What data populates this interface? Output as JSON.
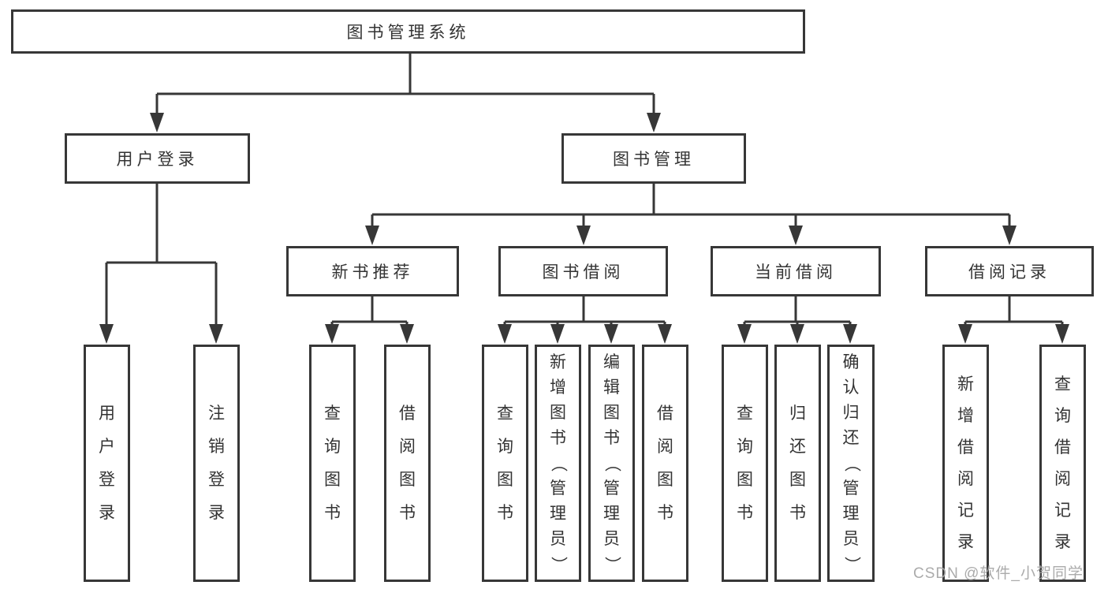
{
  "tree": {
    "label": "图书管理系统",
    "children": [
      {
        "label": "用户登录",
        "children": [
          {
            "label": "用户登录"
          },
          {
            "label": "注销登录"
          }
        ]
      },
      {
        "label": "图书管理",
        "children": [
          {
            "label": "新书推荐",
            "children": [
              {
                "label": "查询图书"
              },
              {
                "label": "借阅图书"
              }
            ]
          },
          {
            "label": "图书借阅",
            "children": [
              {
                "label": "查询图书"
              },
              {
                "label": "新增图书（管理员）"
              },
              {
                "label": "编辑图书（管理员）"
              },
              {
                "label": "借阅图书"
              }
            ]
          },
          {
            "label": "当前借阅",
            "children": [
              {
                "label": "查询图书"
              },
              {
                "label": "归还图书"
              },
              {
                "label": "确认归还（管理员）"
              }
            ]
          },
          {
            "label": "借阅记录",
            "children": [
              {
                "label": "新增借阅记录"
              },
              {
                "label": "查询借阅记录"
              }
            ]
          }
        ]
      }
    ]
  },
  "watermark": {
    "text": "CSDN @软件_小贺同学"
  },
  "colors": {
    "line": "#373737",
    "text": "#333333",
    "watermark": "#a6a6a6",
    "background": "#ffffff"
  }
}
